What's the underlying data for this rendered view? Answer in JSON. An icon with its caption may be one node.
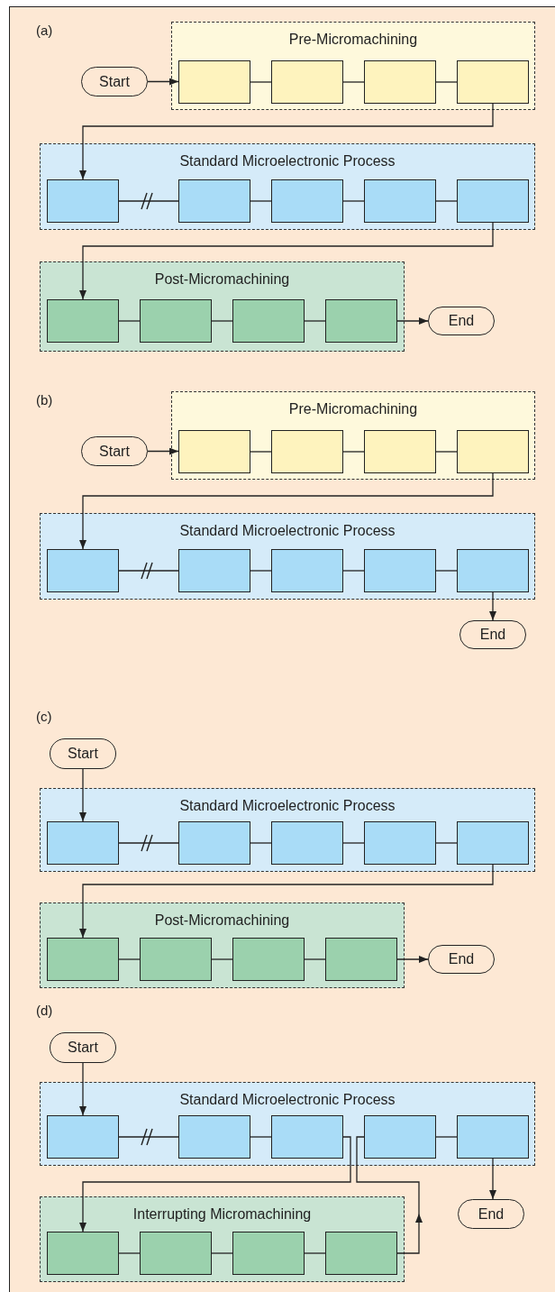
{
  "diagram": {
    "nodes": [
      {
        "text": [
          "Start"
        ]
      },
      {
        "text": [
          "Pre-Micromachining"
        ]
      },
      {
        "text": [],
        "shape": "box",
        "in": 1
      },
      {
        "text": [],
        "shape": "box",
        "in": 1
      },
      {
        "text": [],
        "shape": "box",
        "in": 1
      },
      {
        "text": [],
        "shape": "box",
        "in": 1
      },
      {
        "text": [
          "Standard Microelectronic Process"
        ]
      },
      {
        "text": [],
        "shape": "box",
        "in": 6
      },
      {
        "text": [],
        "shape": "box",
        "in": 6
      },
      {
        "text": [],
        "shape": "box",
        "in": 6
      },
      {
        "text": [],
        "shape": "box",
        "in": 6
      },
      {
        "text": [],
        "shape": "box",
        "in": 6
      },
      {
        "text": [
          "Post-Micromachining"
        ]
      },
      {
        "text": [],
        "shape": "box",
        "in": 12
      },
      {
        "text": [],
        "shape": "box",
        "in": 12
      },
      {
        "text": [],
        "shape": "box",
        "in": 12
      },
      {
        "text": [],
        "shape": "box",
        "in": 12
      },
      {
        "text": [
          "End"
        ]
      },
      {
        "text": [
          "Start"
        ]
      },
      {
        "text": [
          "Pre-Micromachining"
        ]
      },
      {
        "text": [],
        "shape": "box",
        "in": 19
      },
      {
        "text": [],
        "shape": "box",
        "in": 19
      },
      {
        "text": [],
        "shape": "box",
        "in": 19
      },
      {
        "text": [],
        "shape": "box",
        "in": 19
      },
      {
        "text": [
          "Standard Microelectronic Process"
        ]
      },
      {
        "text": [],
        "shape": "box",
        "in": 24
      },
      {
        "text": [],
        "shape": "box",
        "in": 24
      },
      {
        "text": [],
        "shape": "box",
        "in": 24
      },
      {
        "text": [],
        "shape": "box",
        "in": 24
      },
      {
        "text": [],
        "shape": "box",
        "in": 24
      },
      {
        "text": [
          "End"
        ]
      },
      {
        "text": [
          "Start"
        ]
      },
      {
        "text": [
          "Standard Microelectronic Process"
        ]
      },
      {
        "text": [],
        "shape": "box",
        "in": 32
      },
      {
        "text": [],
        "shape": "box",
        "in": 32
      },
      {
        "text": [],
        "shape": "box",
        "in": 32
      },
      {
        "text": [],
        "shape": "box",
        "in": 32
      },
      {
        "text": [],
        "shape": "box",
        "in": 32
      },
      {
        "text": [
          "Post-Micromachining"
        ]
      },
      {
        "text": [],
        "shape": "box",
        "in": 38
      },
      {
        "text": [],
        "shape": "box",
        "in": 38
      },
      {
        "text": [],
        "shape": "box",
        "in": 38
      },
      {
        "text": [],
        "shape": "box",
        "in": 38
      },
      {
        "text": [
          "End"
        ]
      },
      {
        "text": [
          "Start"
        ]
      },
      {
        "text": [
          "Standard Microelectronic Process"
        ]
      },
      {
        "text": [],
        "shape": "box",
        "in": 45
      },
      {
        "text": [],
        "shape": "box",
        "in": 45
      },
      {
        "text": [],
        "shape": "box",
        "in": 45
      },
      {
        "text": [],
        "shape": "box",
        "in": 45
      },
      {
        "text": [],
        "shape": "box",
        "in": 45
      },
      {
        "text": [
          "Interrupting Micromachining"
        ]
      },
      {
        "text": [],
        "shape": "box",
        "in": 51
      },
      {
        "text": [],
        "shape": "box",
        "in": 51
      },
      {
        "text": [],
        "shape": "box",
        "in": 51
      },
      {
        "text": [],
        "shape": "box",
        "in": 51
      },
      {
        "text": [
          "End"
        ]
      }
    ],
    "edges": [
      {
        "from": 0,
        "to": 2,
        "arrow": "to"
      },
      {
        "from": 2,
        "to": 3,
        "arrow": "none"
      },
      {
        "from": 3,
        "to": 4,
        "arrow": "none"
      },
      {
        "from": 4,
        "to": 5,
        "arrow": "none"
      },
      {
        "from": 5,
        "to": 7,
        "arrow": "to"
      },
      {
        "from": 7,
        "to": 8,
        "arrow": "none"
      },
      {
        "from": 8,
        "to": 9,
        "arrow": "none"
      },
      {
        "from": 9,
        "to": 10,
        "arrow": "none"
      },
      {
        "from": 10,
        "to": 11,
        "arrow": "none"
      },
      {
        "from": 11,
        "to": 13,
        "arrow": "to"
      },
      {
        "from": 13,
        "to": 14,
        "arrow": "none"
      },
      {
        "from": 14,
        "to": 15,
        "arrow": "none"
      },
      {
        "from": 15,
        "to": 16,
        "arrow": "none"
      },
      {
        "from": 16,
        "to": 17,
        "arrow": "to"
      },
      {
        "from": 18,
        "to": 20,
        "arrow": "to"
      },
      {
        "from": 20,
        "to": 21,
        "arrow": "none"
      },
      {
        "from": 21,
        "to": 22,
        "arrow": "none"
      },
      {
        "from": 22,
        "to": 23,
        "arrow": "none"
      },
      {
        "from": 23,
        "to": 25,
        "arrow": "to"
      },
      {
        "from": 25,
        "to": 26,
        "arrow": "none"
      },
      {
        "from": 26,
        "to": 27,
        "arrow": "none"
      },
      {
        "from": 27,
        "to": 28,
        "arrow": "none"
      },
      {
        "from": 28,
        "to": 29,
        "arrow": "none"
      },
      {
        "from": 29,
        "to": 30,
        "arrow": "to"
      },
      {
        "from": 31,
        "to": 33,
        "arrow": "to"
      },
      {
        "from": 33,
        "to": 34,
        "arrow": "none"
      },
      {
        "from": 34,
        "to": 35,
        "arrow": "none"
      },
      {
        "from": 35,
        "to": 36,
        "arrow": "none"
      },
      {
        "from": 36,
        "to": 37,
        "arrow": "none"
      },
      {
        "from": 37,
        "to": 39,
        "arrow": "to"
      },
      {
        "from": 39,
        "to": 40,
        "arrow": "none"
      },
      {
        "from": 40,
        "to": 41,
        "arrow": "none"
      },
      {
        "from": 41,
        "to": 42,
        "arrow": "none"
      },
      {
        "from": 42,
        "to": 43,
        "arrow": "to"
      },
      {
        "from": 44,
        "to": 46,
        "arrow": "to"
      },
      {
        "from": 46,
        "to": 47,
        "arrow": "none"
      },
      {
        "from": 47,
        "to": 48,
        "arrow": "none"
      },
      {
        "from": 48,
        "to": 52,
        "arrow": "to"
      },
      {
        "from": 52,
        "to": 53,
        "arrow": "none"
      },
      {
        "from": 53,
        "to": 54,
        "arrow": "none"
      },
      {
        "from": 54,
        "to": 55,
        "arrow": "none"
      },
      {
        "from": 55,
        "to": 49,
        "arrow": "to"
      },
      {
        "from": 49,
        "to": 50,
        "arrow": "none"
      },
      {
        "from": 50,
        "to": 56,
        "arrow": "to"
      }
    ],
    "labels": [
      "(a)",
      "(b)",
      "(c)",
      "(d)"
    ]
  }
}
